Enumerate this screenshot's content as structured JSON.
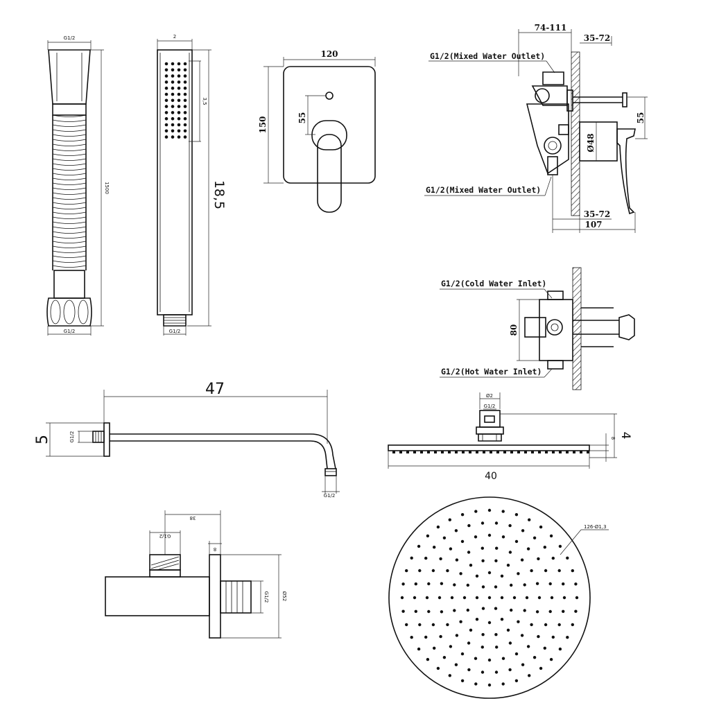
{
  "hose": {
    "top_thread": "G1/2",
    "length": "1500",
    "bottom_thread": "G1/2"
  },
  "handset": {
    "width": "2",
    "spray": "3,5",
    "length": "18,5",
    "thread": "G1/2"
  },
  "plate": {
    "width": "120",
    "height": "150",
    "offset": "55"
  },
  "valve_side": {
    "depth": "74-111",
    "wall_top": "35-72",
    "outlet_top": "G1/2(Mixed Water Outlet)",
    "diameter": "Ø48",
    "offset": "55",
    "outlet_bottom": "G1/2(Mixed Water Outlet)",
    "wall_bottom": "35-72",
    "total": "107"
  },
  "valve_top": {
    "cold_inlet": "G1/2(Cold Water Inlet)",
    "height": "80",
    "hot_inlet": "G1/2(Hot Water Inlet)"
  },
  "arm": {
    "length": "47",
    "height": "5",
    "wall_thread": "G1/2",
    "head_thread": "G1/2"
  },
  "head_side": {
    "neck": "Ø2",
    "thread": "G1/2",
    "height": "4",
    "plate": "8",
    "diameter": "40"
  },
  "elbow": {
    "length": "38",
    "thread": "G1/2",
    "flange": "8",
    "wall_thread": "G1/2",
    "diameter": "Ø52"
  },
  "head_top": {
    "nozzles": "126-Ø1,3"
  }
}
